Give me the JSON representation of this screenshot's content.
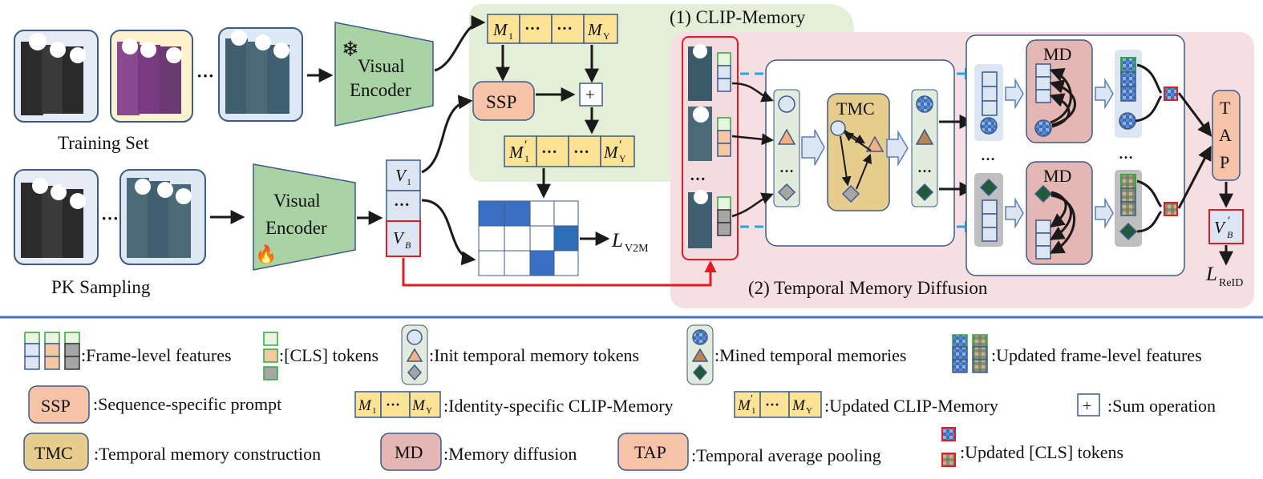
{
  "labels": {
    "training_set": "Training Set",
    "pk_sampling": "PK Sampling",
    "visual_encoder": [
      "Visual",
      "Encoder"
    ],
    "clip_memory_title": "(1) CLIP-Memory",
    "tmd_title": "(2) Temporal Memory Diffusion",
    "ssp": "SSP",
    "tmc": "TMC",
    "md": "MD",
    "tap": [
      "T",
      "A",
      "P"
    ],
    "plus": "+",
    "ellipsis": "···",
    "dots": "…",
    "m_base": "M",
    "m_sub_1": "1",
    "m_sub_y": "Y",
    "m_prime": "′",
    "v_base": "V",
    "v_sub_1": "1",
    "v_sub_b": "B",
    "loss_base": "L",
    "loss_v2m_sub": "V2M",
    "loss_reid_sub": "ReID"
  },
  "legend": {
    "frame_features": ":Frame-level features",
    "cls_tokens": ":[CLS] tokens",
    "init_tokens": ":Init temporal memory tokens",
    "mined_memories": ":Mined temporal memories",
    "updated_frame": ":Updated frame-level features",
    "ssp_desc": ":Sequence-specific prompt",
    "identity_memory": ":Identity-specific CLIP-Memory",
    "updated_memory": ":Updated CLIP-Memory",
    "sum": ":Sum operation",
    "tmc_desc": ":Temporal memory construction",
    "md_desc": ":Memory diffusion",
    "tap_desc": ":Temporal average pooling",
    "updated_cls": ":Updated [CLS] tokens"
  },
  "colors": {
    "green_panel": "#e3efd6",
    "pink_panel": "#f6dfe3",
    "encoder": "#a9d3a4",
    "memory_cell": "#fde396",
    "ssp_fill": "#f7c3a8",
    "tmc_fill": "#e7cd8d",
    "md_fill": "#e5b7b4",
    "feature_blue": "#dce6f2",
    "cls_orange": "#f7c9a3",
    "cls_gray": "#a6a6a6",
    "red": "#e31b23",
    "dashed_blue": "#22a7e0",
    "matrix_blue": "#3a6fc4",
    "navy": "#2f4f7f",
    "divider": "#4472c4"
  }
}
